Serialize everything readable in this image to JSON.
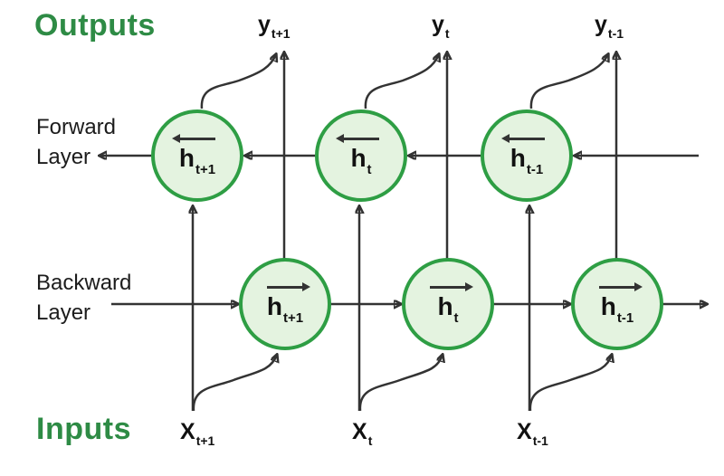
{
  "headings": {
    "outputs": "Outputs",
    "inputs": "Inputs"
  },
  "layer_labels": {
    "forward": {
      "line1": "Forward",
      "line2": "Layer"
    },
    "backward": {
      "line1": "Backward",
      "line2": "Layer"
    }
  },
  "output_nodes": [
    {
      "base": "y",
      "sub": "t+1"
    },
    {
      "base": "y",
      "sub": "t"
    },
    {
      "base": "y",
      "sub": "t-1"
    }
  ],
  "input_nodes": [
    {
      "base": "X",
      "sub": "t+1"
    },
    {
      "base": "X",
      "sub": "t"
    },
    {
      "base": "X",
      "sub": "t-1"
    }
  ],
  "forward_hidden_nodes": [
    {
      "base": "h",
      "sub": "t+1",
      "arrow": "left"
    },
    {
      "base": "h",
      "sub": "t",
      "arrow": "left"
    },
    {
      "base": "h",
      "sub": "t-1",
      "arrow": "left"
    }
  ],
  "backward_hidden_nodes": [
    {
      "base": "h",
      "sub": "t+1",
      "arrow": "right"
    },
    {
      "base": "h",
      "sub": "t",
      "arrow": "right"
    },
    {
      "base": "h",
      "sub": "t-1",
      "arrow": "right"
    }
  ],
  "colors": {
    "heading_green": "#2e8b45",
    "node_border_green": "#2e9e44",
    "node_fill_green": "#e4f3e0",
    "edge_dark": "#333333",
    "label_text": "#1c1c1c",
    "background": "#ffffff"
  }
}
